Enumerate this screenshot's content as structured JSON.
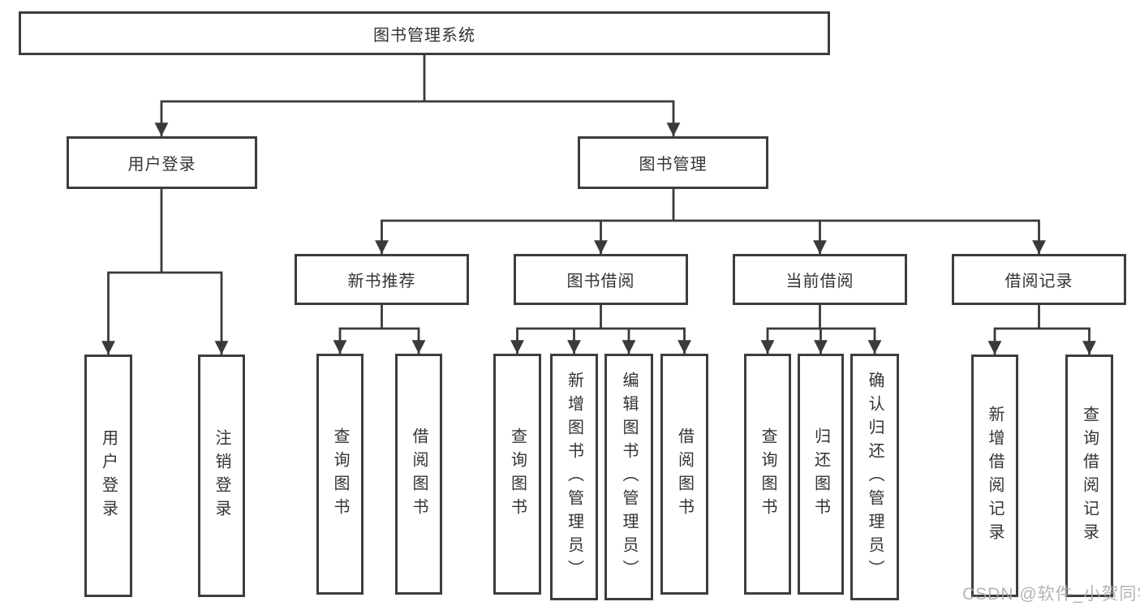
{
  "diagram": {
    "root": {
      "label": "图书管理系统"
    },
    "branches": [
      {
        "label": "用户登录",
        "children": [
          {
            "label": "用户登录"
          },
          {
            "label": "注销登录"
          }
        ]
      },
      {
        "label": "图书管理",
        "children": [
          {
            "label": "新书推荐",
            "children": [
              {
                "label": "查询图书"
              },
              {
                "label": "借阅图书"
              }
            ]
          },
          {
            "label": "图书借阅",
            "children": [
              {
                "label": "查询图书"
              },
              {
                "label": "新增图书（管理员）"
              },
              {
                "label": "编辑图书（管理员）"
              },
              {
                "label": "借阅图书"
              }
            ]
          },
          {
            "label": "当前借阅",
            "children": [
              {
                "label": "查询图书"
              },
              {
                "label": "归还图书"
              },
              {
                "label": "确认归还（管理员）"
              }
            ]
          },
          {
            "label": "借阅记录",
            "children": [
              {
                "label": "新增借阅记录"
              },
              {
                "label": "查询借阅记录"
              }
            ]
          }
        ]
      }
    ],
    "watermark": "CSDN @软件_小贺同学",
    "colors": {
      "line": "#3a3a3a",
      "box_border": "#3d3d3d",
      "text": "#333333",
      "watermark": "#a8a8a8",
      "background": "#ffffff"
    }
  }
}
